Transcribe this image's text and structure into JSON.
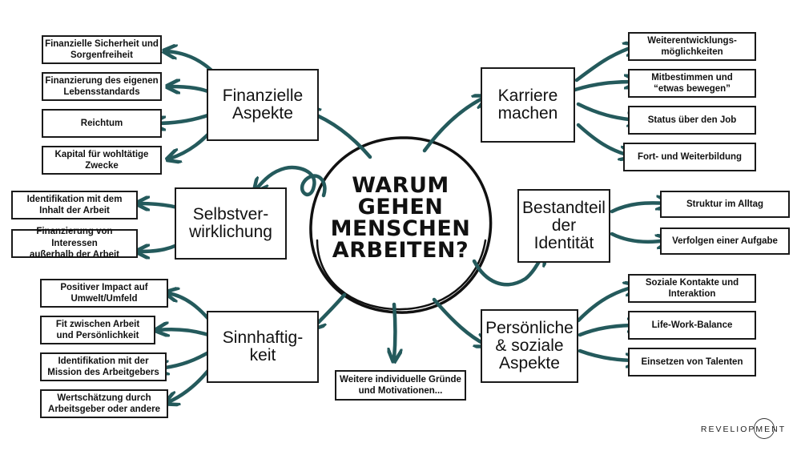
{
  "center": {
    "title": "WARUM\nGEHEN\nMENSCHEN\nARBEITEN?"
  },
  "categories": {
    "finanzielle": "Finanzielle\nAspekte",
    "selbst": "Selbstver-\nwirklichung",
    "sinn": "Sinnhaftig-\nkeit",
    "karriere": "Karriere\nmachen",
    "identitaet": "Bestandteil\nder\nIdentität",
    "persoenlich": "Persönliche\n& soziale\nAspekte"
  },
  "items": {
    "f1": "Finanzielle Sicherheit und\nSorgenfreiheit",
    "f2": "Finanzierung des eigenen\nLebensstandards",
    "f3": "Reichtum",
    "f4": "Kapital für wohltätige\nZwecke",
    "s1": "Identifikation mit dem\nInhalt der Arbeit",
    "s2": "Finanzierung von Interessen\naußerhalb der Arbeit",
    "h1": "Positiver Impact auf\nUmwelt/Umfeld",
    "h2": "Fit zwischen Arbeit\nund Persönlichkeit",
    "h3": "Identifikation mit der\nMission des Arbeitgebers",
    "h4": "Wertschätzung durch\nArbeitsgeber oder andere",
    "k1": "Weiterentwicklungs-\nmöglichkeiten",
    "k2": "Mitbestimmen und\n“etwas bewegen”",
    "k3": "Status über den Job",
    "k4": "Fort- und Weiterbildung",
    "i1": "Struktur im Alltag",
    "i2": "Verfolgen einer Aufgabe",
    "p1": "Soziale Kontakte und\nInteraktion",
    "p2": "Life-Work-Balance",
    "p3": "Einsetzen von Talenten",
    "w1": "Weitere individuelle Gründe\nund Motivationen..."
  },
  "logo": {
    "text": "REVELIOPMENT"
  },
  "colors": {
    "arrow": "#245a5c",
    "ink": "#1a1a1a"
  }
}
